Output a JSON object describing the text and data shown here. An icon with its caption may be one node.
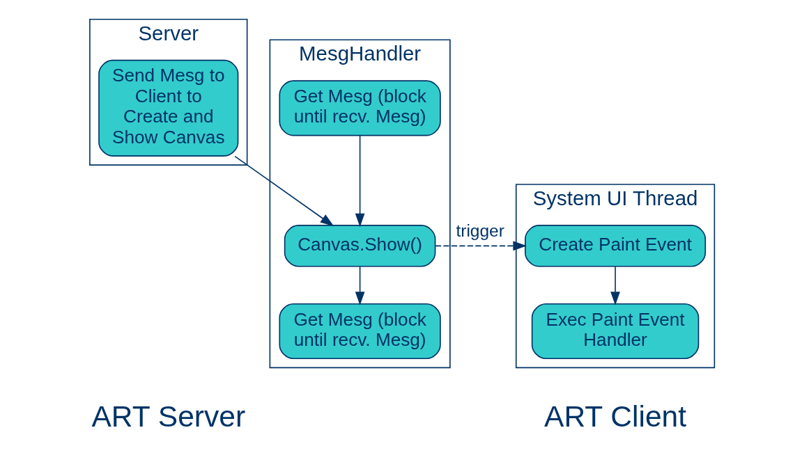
{
  "diagram": {
    "nodes": [
      {
        "text": [
          "Server"
        ]
      },
      {
        "text": [
          "MesgHandler"
        ]
      },
      {
        "text": [
          "System UI Thread"
        ]
      },
      {
        "text": [
          "Send Mesg to Client to Create and Show Canvas"
        ],
        "in": 0
      },
      {
        "text": [
          "Get Mesg (block until recv. Mesg)"
        ],
        "in": 1
      },
      {
        "text": [
          "Canvas.Show()"
        ],
        "in": 1
      },
      {
        "text": [
          "Get Mesg (block until recv. Mesg)"
        ],
        "in": 1
      },
      {
        "text": [
          "Create Paint Event"
        ],
        "in": 2
      },
      {
        "text": [
          "Exec Paint Event Handler"
        ],
        "in": 2
      }
    ],
    "edges": [
      {
        "from": 3,
        "to": 5,
        "arrow": "to"
      },
      {
        "from": 4,
        "to": 5,
        "arrow": "to"
      },
      {
        "from": 5,
        "to": 6,
        "arrow": "to"
      },
      {
        "from": 5,
        "to": 7,
        "arrow": "to",
        "label": "trigger",
        "style": "dashed"
      },
      {
        "from": 7,
        "to": 8,
        "arrow": "to"
      }
    ],
    "labels": [
      "ART Server",
      "ART Client"
    ]
  }
}
